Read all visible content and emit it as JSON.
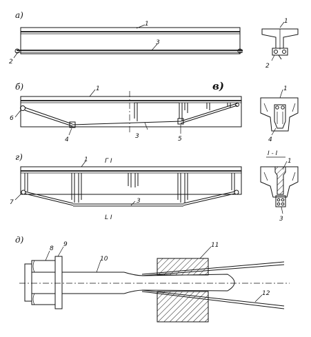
{
  "sections": {
    "a": "а)",
    "b": "б)",
    "v": "в)",
    "g": "г)",
    "d": "д)"
  },
  "section_mark": {
    "top": "Г I",
    "bottom": "L I",
    "title": "I - I"
  },
  "callouts": [
    "1",
    "2",
    "3",
    "4",
    "5",
    "6",
    "7",
    "8",
    "9",
    "10",
    "11",
    "12"
  ]
}
